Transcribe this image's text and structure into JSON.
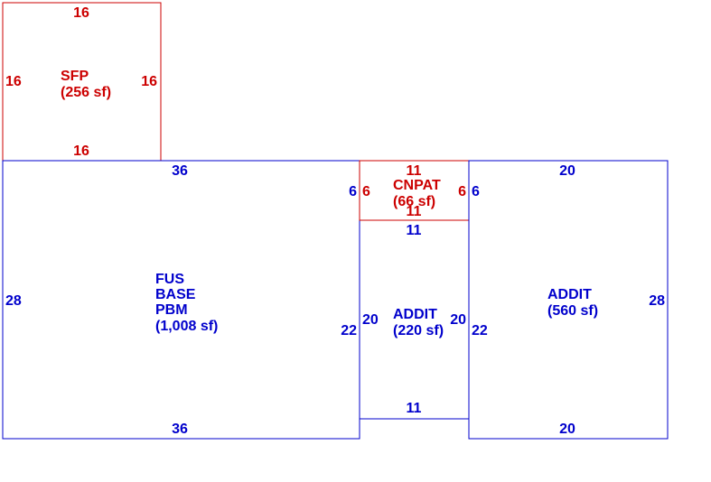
{
  "colors": {
    "blue": "#0000cc",
    "red": "#cc0000"
  },
  "areas": [
    {
      "id": "sfp",
      "color": "red",
      "lines": [
        "SFP",
        "(256 sf)"
      ],
      "dims": {
        "top": "16",
        "bottom": "16",
        "left": "16",
        "right": "16"
      }
    },
    {
      "id": "main",
      "color": "blue",
      "lines": [
        "FUS",
        "BASE",
        "PBM",
        "(1,008 sf)"
      ],
      "dims": {
        "top": "36",
        "bottom": "36",
        "left": "28",
        "right": "22",
        "right_upper": "6"
      }
    },
    {
      "id": "cnpat",
      "color": "red",
      "lines": [
        "CNPAT",
        "(66 sf)"
      ],
      "dims": {
        "top": "11",
        "bottom": "11",
        "left": "6",
        "right": "6"
      }
    },
    {
      "id": "addit-mid",
      "color": "blue",
      "lines": [
        "ADDIT",
        "(220 sf)"
      ],
      "dims": {
        "top": "11",
        "bottom": "11",
        "left": "20",
        "right": "20"
      }
    },
    {
      "id": "addit-right",
      "color": "blue",
      "lines": [
        "ADDIT",
        "(560 sf)"
      ],
      "dims": {
        "top": "20",
        "bottom": "20",
        "left": "22",
        "left_upper": "6",
        "right": "28"
      }
    }
  ]
}
